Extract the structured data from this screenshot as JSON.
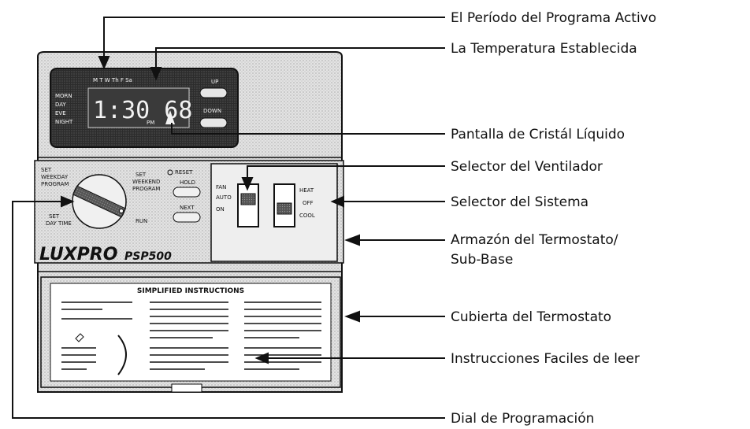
{
  "labels": {
    "program_period": "El Período del Programa Activo",
    "set_temperature": "La Temperatura Establecida",
    "lcd_display": "Pantalla de Cristál Líquido",
    "fan_selector": "Selector del Ventilador",
    "system_selector": "Selector del Sistema",
    "frame_line1": "Armazón del Termostato/",
    "frame_line2": "Sub-Base",
    "cover": "Cubierta del Termostato",
    "instructions": "Instrucciones Faciles de leer",
    "program_dial": "Dial de Programación"
  },
  "lcd": {
    "days": "M   T   W  Th  F      Sa",
    "periods": [
      "MORN",
      "DAY",
      "EVE",
      "NIGHT"
    ],
    "time": "1:30 68°",
    "pm": "PM",
    "up": "UP",
    "down": "DOWN"
  },
  "dial": {
    "set_weekday": [
      "SET",
      "WEEKDAY",
      "PROGRAM"
    ],
    "set_weekend": [
      "SET",
      "WEEKEND",
      "PROGRAM"
    ],
    "set_daytime": [
      "SET",
      "DAY TIME"
    ],
    "run": "RUN"
  },
  "buttons": {
    "reset": "RESET",
    "hold": "HOLD",
    "next": "NEXT"
  },
  "fan_switch": [
    "FAN",
    "AUTO",
    "ON"
  ],
  "system_switch": [
    "HEAT",
    "OFF",
    "COOL"
  ],
  "brand": "LUXPRO",
  "model": "PSP500",
  "cover_title": "SIMPLIFIED INSTRUCTIONS"
}
